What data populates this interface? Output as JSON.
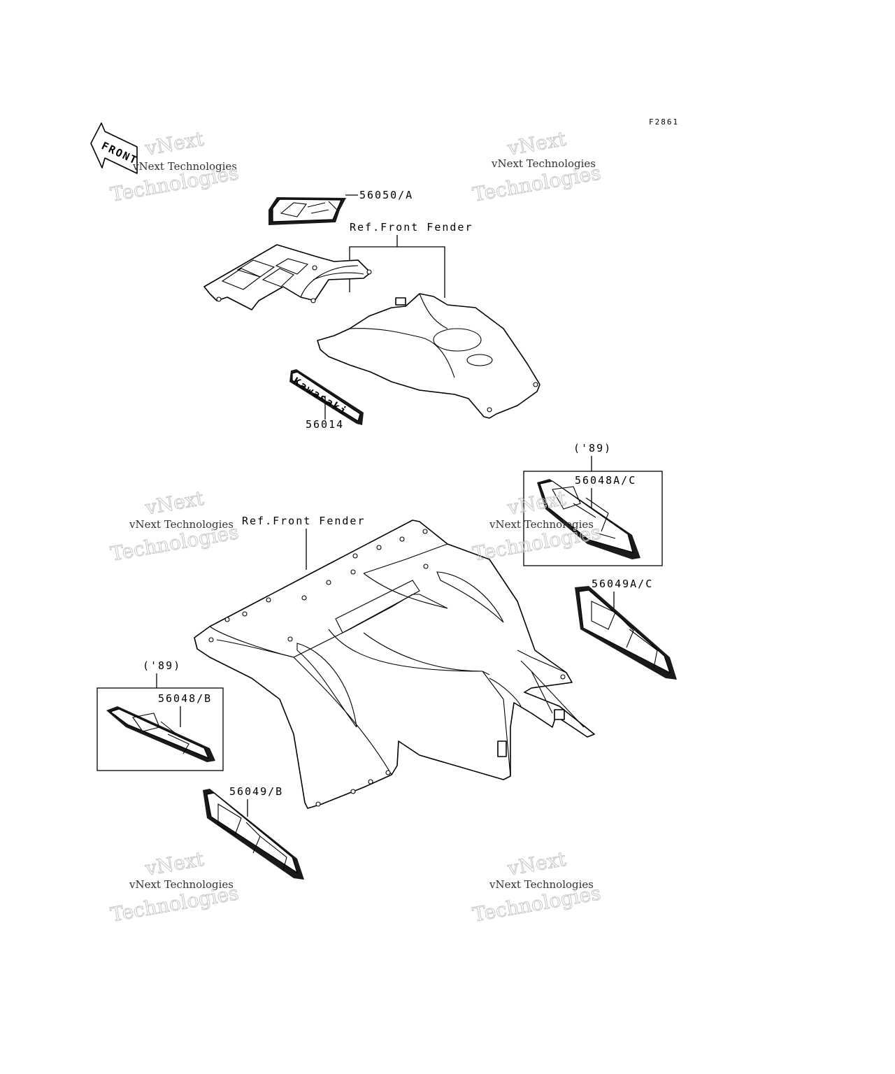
{
  "figure_code": "F2861",
  "front_arrow": {
    "label": "FRONT"
  },
  "callouts": {
    "decal_56050": "56050/A",
    "ref_top": "Ref.Front Fender",
    "decal_56014": "56014",
    "year_right": "('89)",
    "decal_56048ac": "56048A/C",
    "ref_main": "Ref.Front Fender",
    "decal_56049ac": "56049A/C",
    "year_left": "('89)",
    "decal_56048b": "56048/B",
    "decal_56049b": "56049/B"
  },
  "decal_text": {
    "kawasaki": "Kawasaki"
  },
  "watermark": {
    "line1": "vNext Technologies",
    "line2": "Technologies",
    "line3": "vNext"
  },
  "colors": {
    "ink": "#000000",
    "paper": "#ffffff",
    "watermark": "#c8c8c8"
  }
}
